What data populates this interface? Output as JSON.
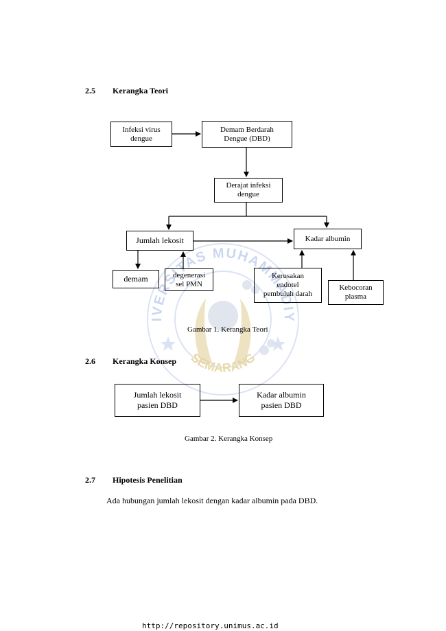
{
  "sections": [
    {
      "number": "2.5",
      "title": "Kerangka Teori"
    },
    {
      "number": "2.6",
      "title": "Kerangka Konsep"
    },
    {
      "number": "2.7",
      "title": "Hipotesis Penelitian"
    }
  ],
  "teori": {
    "nodes": {
      "infeksi": "Infeksi virus\ndengue",
      "dbd": "Demam Berdarah\nDengue (DBD)",
      "derajat": "Derajat infeksi\ndengue",
      "lekosit": "Jumlah lekosit",
      "albumin": "Kadar albumin",
      "demam": "demam",
      "degenerasi": "degenerasi\nsel PMN",
      "kerusakan": "Kerusakan\nendotel\npembuluh darah",
      "kebocoran": "Kebocoran\nplasma"
    },
    "caption": "Gambar 1. Kerangka Teori"
  },
  "konsep": {
    "nodes": {
      "lekosit": "Jumlah lekosit\npasien DBD",
      "albumin": "Kadar albumin\npasien DBD"
    },
    "caption": "Gambar 2. Kerangka Konsep"
  },
  "hipotesis": "Ada hubungan jumlah lekosit dengan kadar albumin pada DBD.",
  "footer": "http://repository.unimus.ac.id",
  "watermark": {
    "text_top": "UNIVERSITAS MUHAMMADIYAH",
    "text_bottom": "SEMARANG",
    "color": "#b8c8ea"
  }
}
